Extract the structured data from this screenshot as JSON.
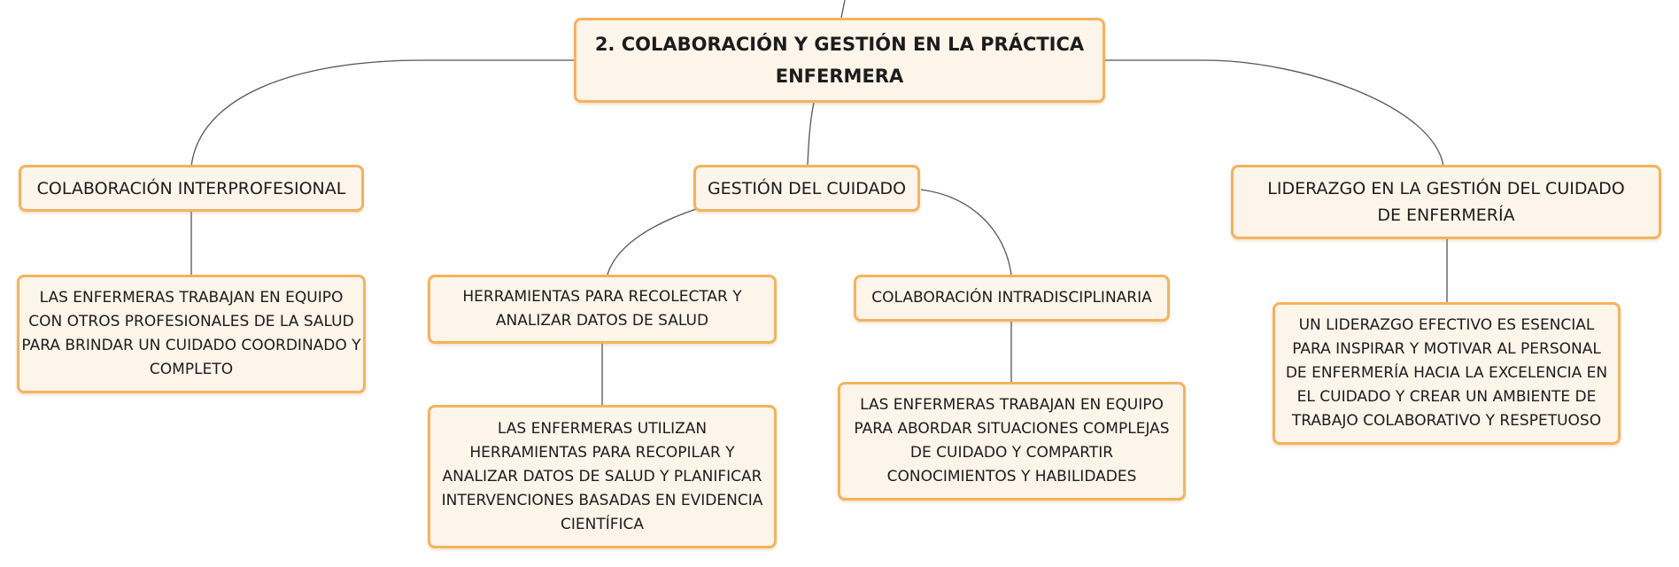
{
  "diagram": {
    "root": {
      "label": "2. COLABORACIÓN Y GESTIÓN EN LA PRÁCTICA ENFERMERA"
    },
    "branches": {
      "colaboracion": {
        "label": "COLABORACIÓN INTERPROFESIONAL",
        "detail": "LAS ENFERMERAS TRABAJAN EN EQUIPO CON OTROS PROFESIONALES DE LA SALUD PARA BRINDAR UN CUIDADO COORDINADO Y COMPLETO"
      },
      "gestion": {
        "label": "GESTIÓN DEL CUIDADO",
        "herramientas": {
          "label": "HERRAMIENTAS PARA RECOLECTAR Y ANALIZAR DATOS DE SALUD",
          "detail": "LAS ENFERMERAS UTILIZAN HERRAMIENTAS PARA RECOPILAR Y ANALIZAR DATOS DE SALUD Y PLANIFICAR INTERVENCIONES BASADAS EN EVIDENCIA CIENTÍFICA"
        },
        "intradisciplinaria": {
          "label": "COLABORACIÓN INTRADISCIPLINARIA",
          "detail": "LAS ENFERMERAS TRABAJAN EN EQUIPO PARA ABORDAR SITUACIONES COMPLEJAS DE CUIDADO Y COMPARTIR CONOCIMIENTOS Y HABILIDADES"
        }
      },
      "liderazgo": {
        "label": "LIDERAZGO EN LA GESTIÓN DEL CUIDADO DE ENFERMERÍA",
        "detail": "UN LIDERAZGO EFECTIVO ES ESENCIAL PARA INSPIRAR Y MOTIVAR AL PERSONAL DE ENFERMERÍA HACIA LA EXCELENCIA EN EL CUIDADO Y CREAR UN AMBIENTE DE TRABAJO COLABORATIVO Y RESPETUOSO"
      }
    }
  }
}
